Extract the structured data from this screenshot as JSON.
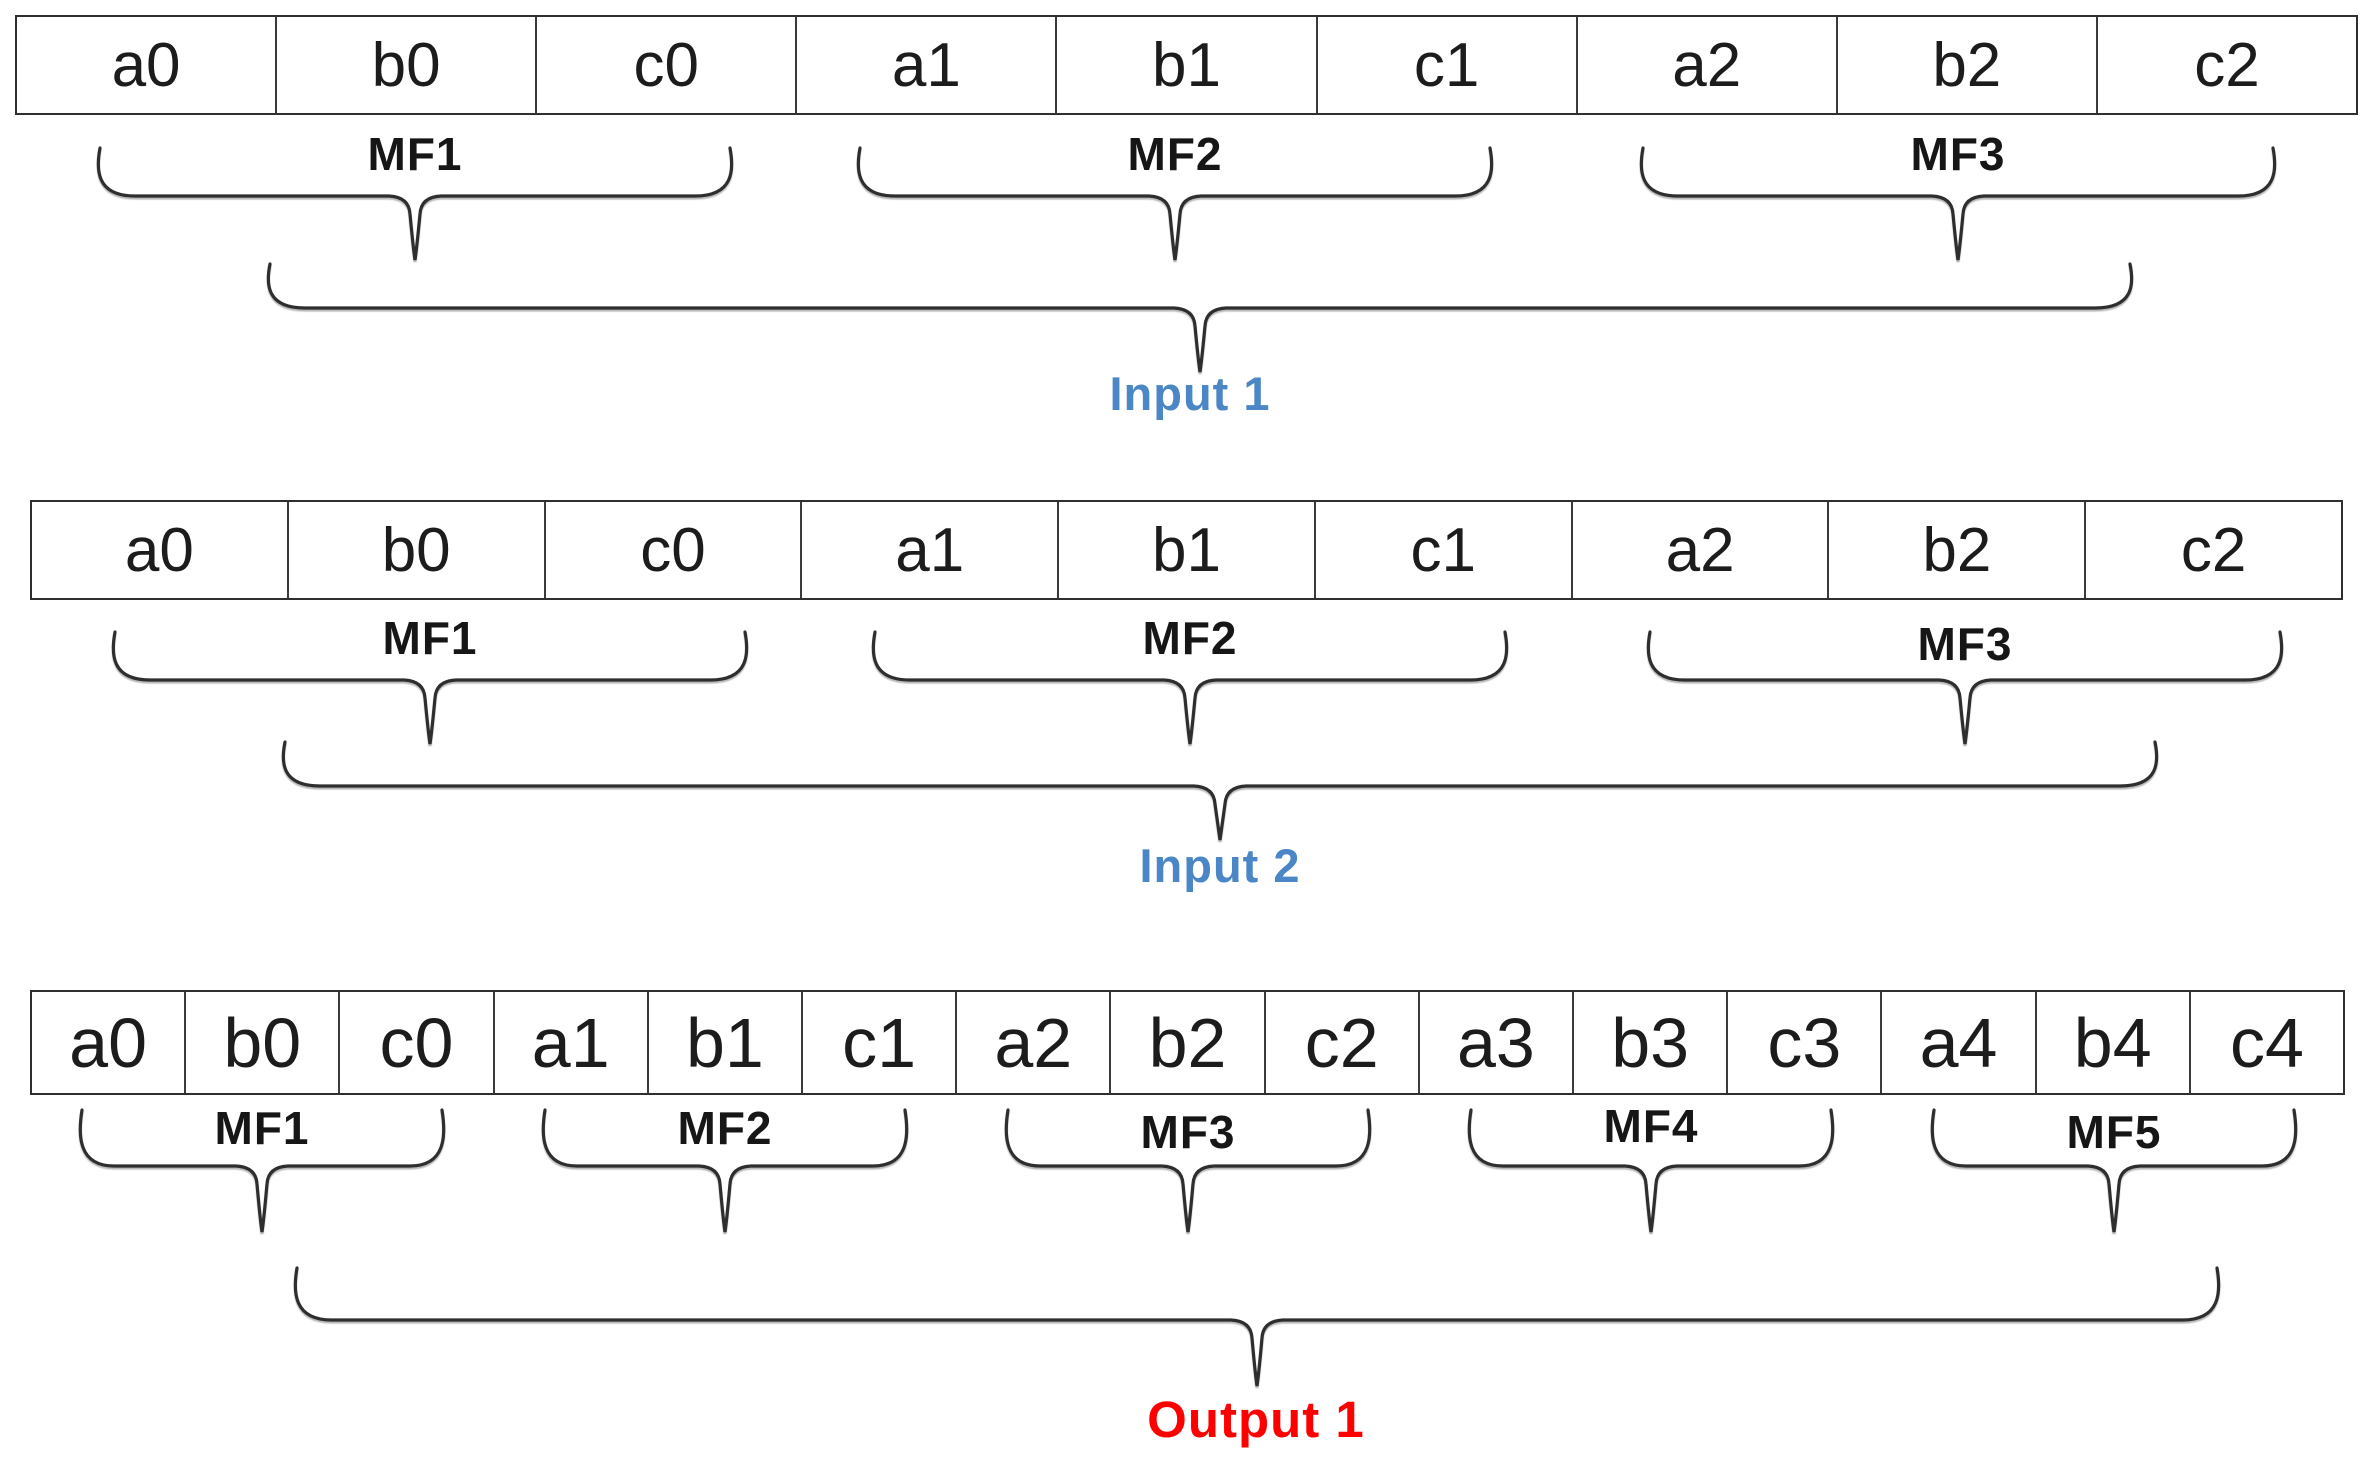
{
  "colors": {
    "input_label": "#4b87c6",
    "output_label": "#fe0000",
    "line": "#2e2e2e"
  },
  "sections": [
    {
      "label": "Input 1",
      "cells": [
        "a0",
        "b0",
        "c0",
        "a1",
        "b1",
        "c1",
        "a2",
        "b2",
        "c2"
      ],
      "groups": [
        "MF1",
        "MF2",
        "MF3"
      ]
    },
    {
      "label": "Input 2",
      "cells": [
        "a0",
        "b0",
        "c0",
        "a1",
        "b1",
        "c1",
        "a2",
        "b2",
        "c2"
      ],
      "groups": [
        "MF1",
        "MF2",
        "MF3"
      ]
    },
    {
      "label": "Output 1",
      "cells": [
        "a0",
        "b0",
        "c0",
        "a1",
        "b1",
        "c1",
        "a2",
        "b2",
        "c2",
        "a3",
        "b3",
        "c3",
        "a4",
        "b4",
        "c4"
      ],
      "groups": [
        "MF1",
        "MF2",
        "MF3",
        "MF4",
        "MF5"
      ]
    }
  ]
}
